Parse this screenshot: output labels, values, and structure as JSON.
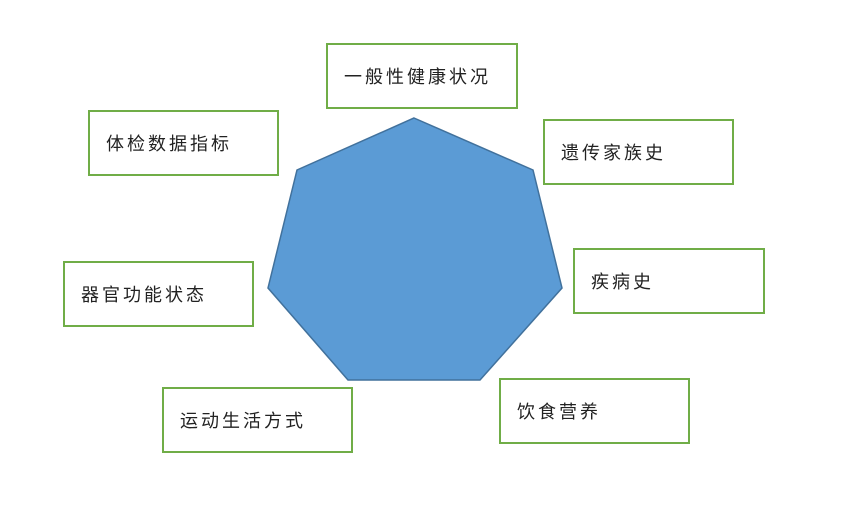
{
  "diagram": {
    "center_shape": "heptagon",
    "center_fill": "#5b9bd5",
    "center_stroke": "#41719c",
    "box_border_color": "#70ad47",
    "labels": {
      "general_health": "一般性健康状况",
      "family_history": "遗传家族史",
      "disease_history": "疾病史",
      "diet_nutrition": "饮食营养",
      "exercise_lifestyle": "运动生活方式",
      "organ_function": "器官功能状态",
      "physical_exam": "体检数据指标"
    }
  }
}
